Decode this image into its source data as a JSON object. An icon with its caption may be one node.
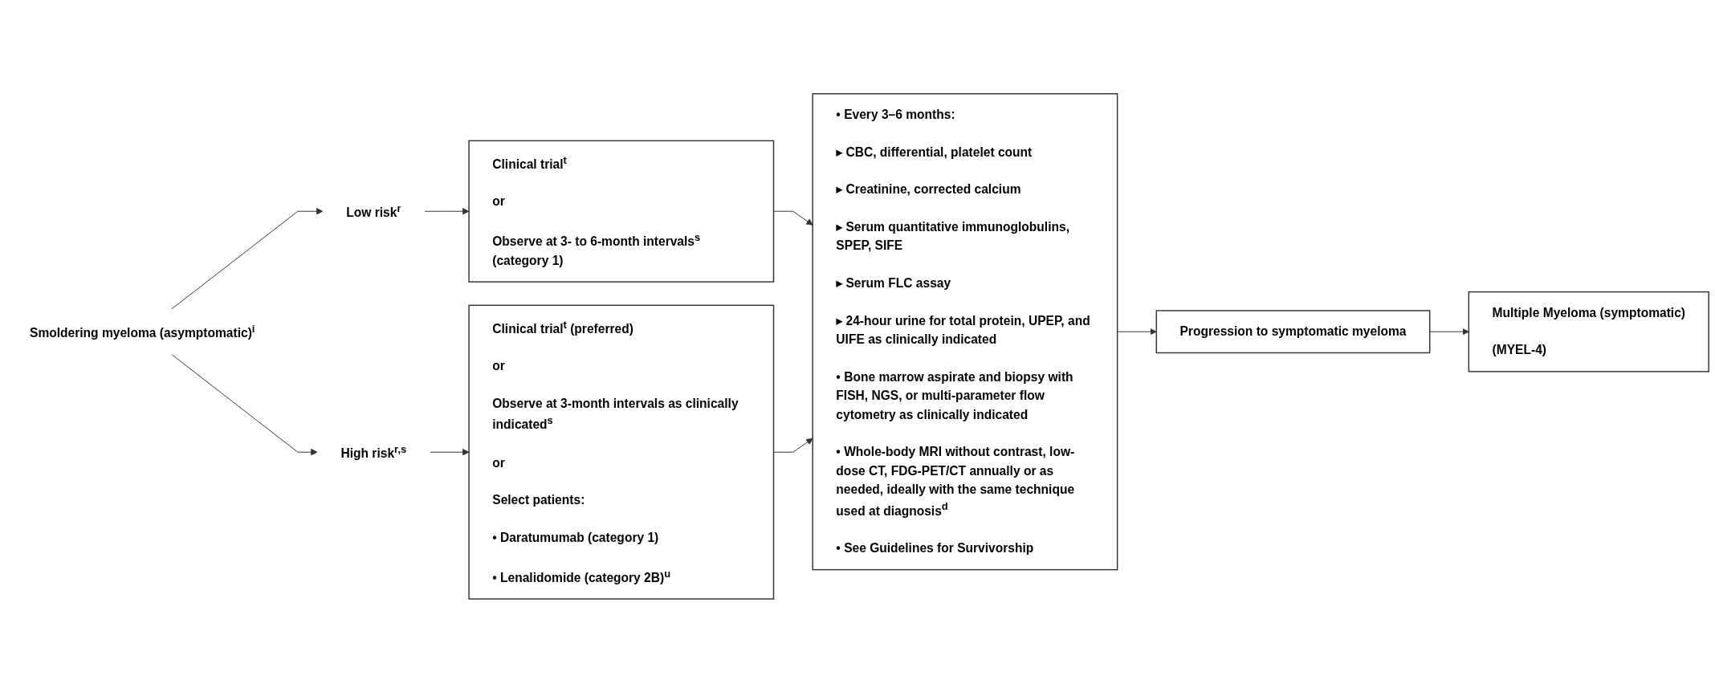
{
  "diagram": {
    "nodes": [
      {
        "text": [
          "Smoldering myeloma (asymptomatic)$^{i}$"
        ]
      },
      {
        "text": [
          "Low risk$^{r}$"
        ]
      },
      {
        "text": [
          "High risk$^{r,s}$"
        ]
      },
      {
        "text": [
          "Clinical trial$^{t}$",
          "or",
          "Observe at 3- to 6-month intervals$^{s}$ (category 1)"
        ]
      },
      {
        "text": [
          "Clinical trial$^{t}$ (preferred)",
          "or",
          "Observe at 3-month intervals as clinically indicated$^{s}$",
          "or",
          "Select patients:",
          "• Daratumumab (category 1)",
          "• Lenalidomide (category 2B)$^{u}$"
        ]
      },
      {
        "text": [
          "• Every 3–6 months:",
          "▸ CBC, differential, platelet count",
          "▸ Creatinine, corrected calcium",
          "▸ Serum quantitative immunoglobulins, SPEP, SIFE",
          "▸ Serum FLC assay",
          "▸ 24-hour urine for total protein, UPEP, and UIFE as clinically indicated",
          "• Bone marrow aspirate and biopsy with FISH, NGS, or multi-parameter flow cytometry as clinically indicated",
          "• Whole-body MRI without contrast, low-dose CT, FDG-PET/CT annually or as needed, ideally with the same technique used at diagnosis$^{d}$",
          "• See Guidelines for Survivorship"
        ]
      },
      {
        "text": [
          "Progression to symptomatic myeloma"
        ]
      },
      {
        "text": [
          "Multiple Myeloma (symptomatic)",
          "(MYEL-4)"
        ]
      }
    ],
    "edges": [
      {
        "from": 0,
        "to": 1,
        "arrow": "to"
      },
      {
        "from": 0,
        "to": 2,
        "arrow": "to"
      },
      {
        "from": 1,
        "to": 3,
        "arrow": "to"
      },
      {
        "from": 2,
        "to": 4,
        "arrow": "to"
      },
      {
        "from": 3,
        "to": 5,
        "arrow": "to"
      },
      {
        "from": 4,
        "to": 5,
        "arrow": "to"
      },
      {
        "from": 5,
        "to": 6,
        "arrow": "to"
      },
      {
        "from": 6,
        "to": 7,
        "arrow": "to"
      }
    ]
  }
}
